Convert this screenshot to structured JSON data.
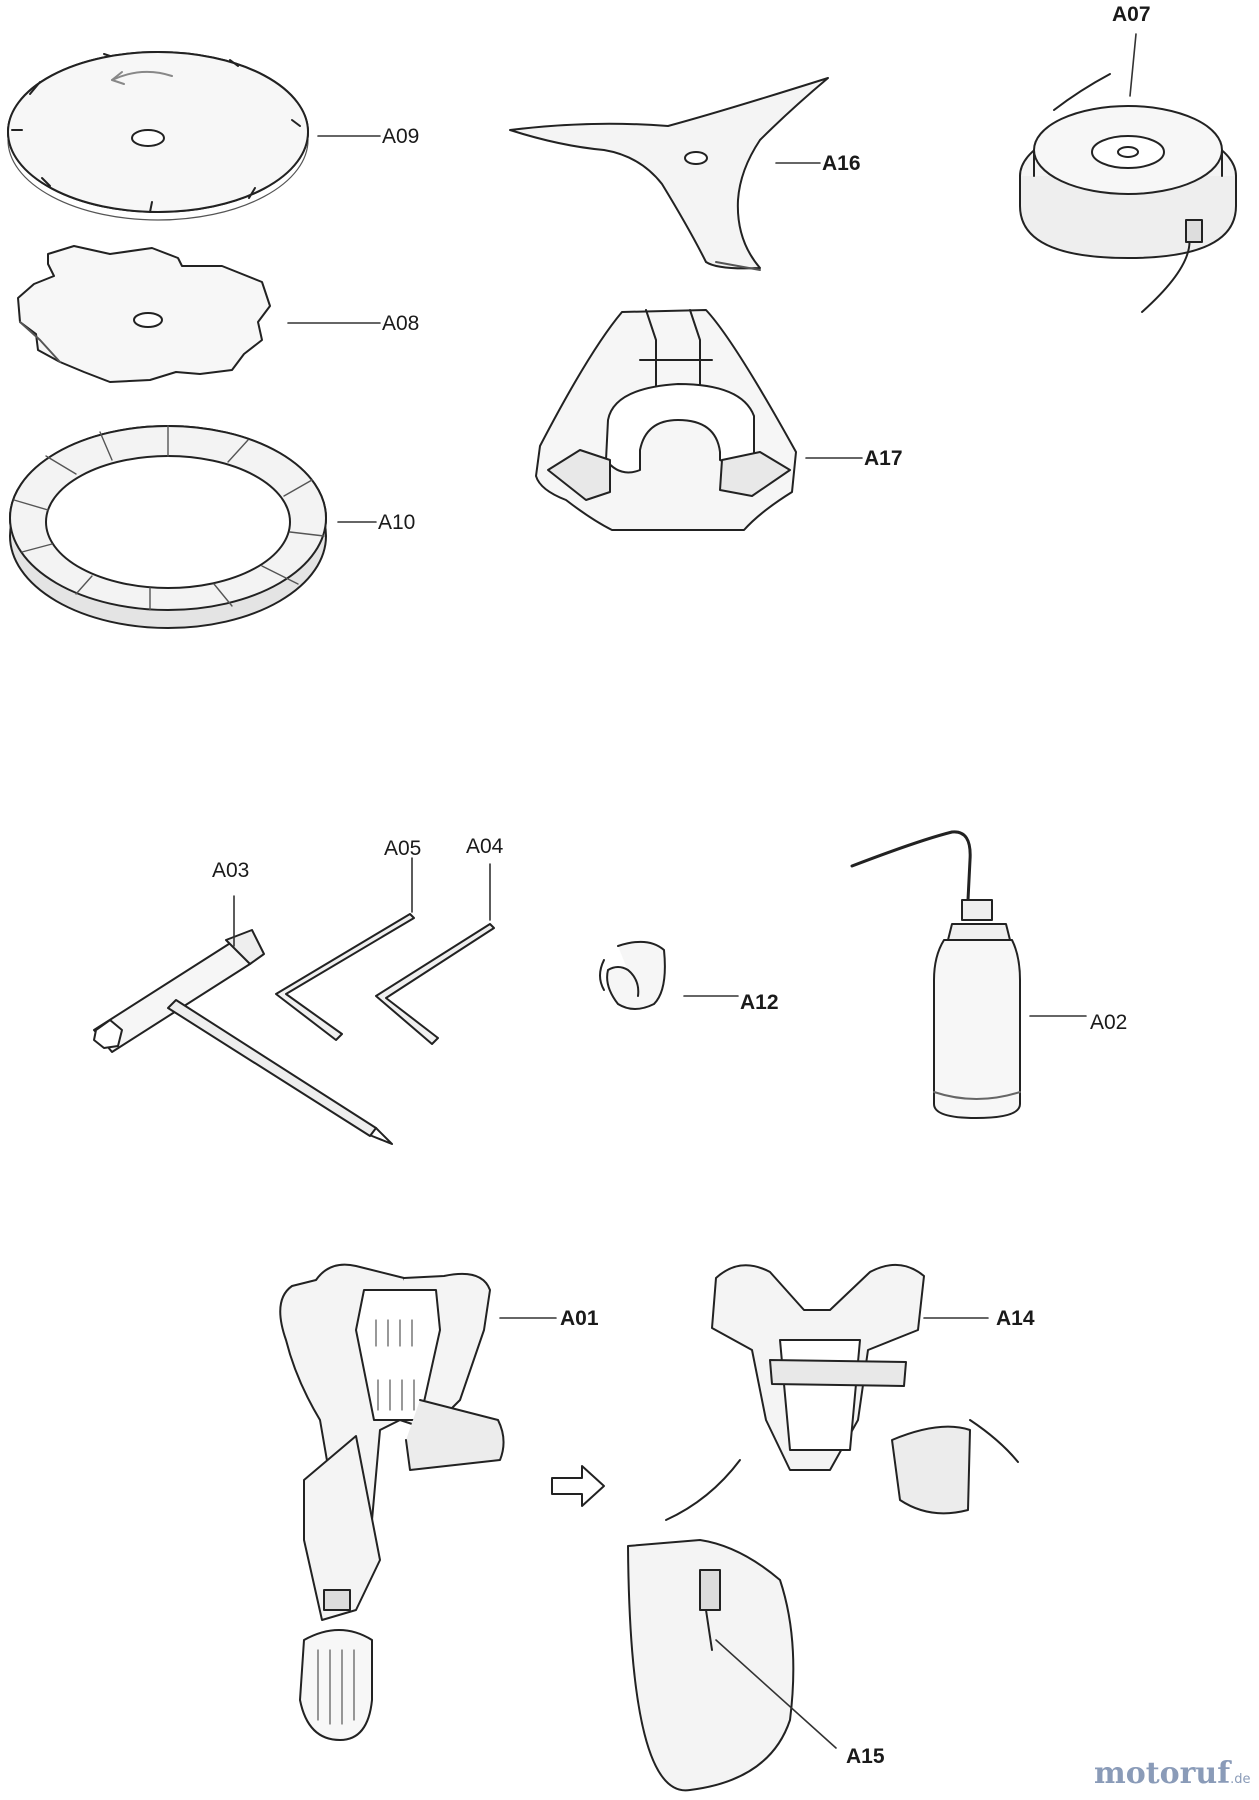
{
  "parts": {
    "a09": "A09",
    "a08": "A08",
    "a10": "A10",
    "a16": "A16",
    "a17": "A17",
    "a07": "A07",
    "a03": "A03",
    "a05": "A05",
    "a04": "A04",
    "a12": "A12",
    "a02": "A02",
    "a01": "A01",
    "a14": "A14",
    "a15": "A15"
  },
  "watermark": {
    "brand": "motoruf",
    "tld": ".de"
  }
}
